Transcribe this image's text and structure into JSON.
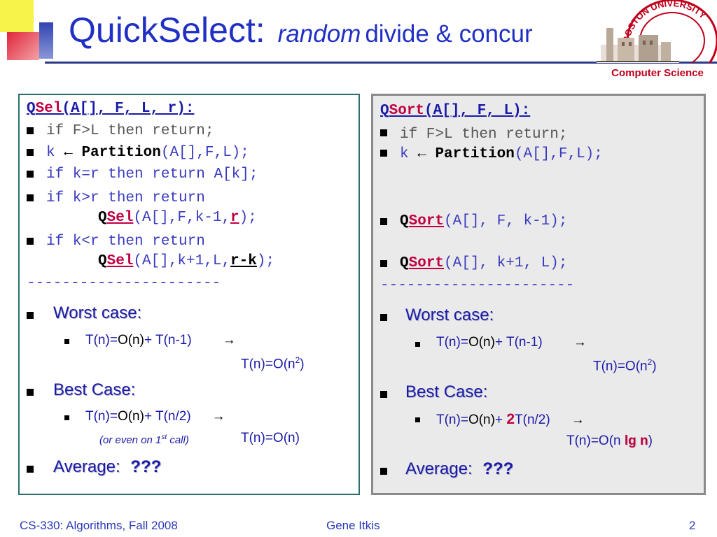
{
  "title": {
    "main": "QuickSelect:",
    "italic": "random",
    "rest": "divide & concur"
  },
  "logo": {
    "arc_text": "BOSTON UNIVERSITY",
    "dept": "Computer Science"
  },
  "left": {
    "header": {
      "q": "Q",
      "name": "Sel",
      "args": "(A[], F, L, r):"
    },
    "lines": [
      {
        "text": "if F>L then return;"
      },
      {
        "pre": "k",
        "arrow": "←",
        "fn": "Partition",
        "args": "(A[],F,L);"
      },
      {
        "text": "if k=r then return A[k];"
      },
      {
        "text": "if k>r then return",
        "q": "Q",
        "name": "Sel",
        "args": "(A[],F,k-1,",
        "param": "r",
        "end": ");"
      },
      {
        "text": "if k<r then return",
        "q": "Q",
        "name": "Sel",
        "args": "(A[],k+1,L,",
        "param": "r-k",
        "end": ");"
      }
    ],
    "divider": "----------------------",
    "worst_label": "Worst case:",
    "worst_eq": {
      "a": "T(n)=",
      "b": "O(n)",
      "c": "+ T(n-1)",
      "arrow": "→",
      "result": "T(n)=O(n",
      "sup": "2",
      "close": ")"
    },
    "best_label": "Best Case:",
    "best_eq": {
      "a": "T(n)=",
      "b": "O(n)",
      "c": "+ T(n/2)",
      "arrow": "→",
      "note_a": "(or even on 1",
      "note_sup": "st",
      "note_b": " call)",
      "result": "T(n)=O(n)"
    },
    "avg_label": "Average:",
    "avg_value": "???"
  },
  "right": {
    "header": {
      "q": "Q",
      "name": "Sort",
      "args": "(A[], F, L):"
    },
    "lines": [
      {
        "text": "if F>L then return;"
      },
      {
        "pre": "k",
        "arrow": "←",
        "fn": "Partition",
        "args": "(A[],F,L);"
      },
      {
        "q": "Q",
        "name": "Sort",
        "args": "(A[], F, k-1);"
      },
      {
        "q": "Q",
        "name": "Sort",
        "args": "(A[], k+1, L);"
      }
    ],
    "divider": "----------------------",
    "worst_label": "Worst case:",
    "worst_eq": {
      "a": "T(n)=",
      "b": "O(n)",
      "c": "+ T(n-1)",
      "arrow": "→",
      "result": "T(n)=O(n",
      "sup": "2",
      "close": ")"
    },
    "best_label": "Best Case:",
    "best_eq": {
      "a": "T(n)=",
      "b": "O(n)",
      "c": "+",
      "two": "2",
      "d": "T(n/2)",
      "arrow": "→",
      "result": "T(n)=O(n",
      "lgn": "lg n",
      "close": ")"
    },
    "avg_label": "Average:",
    "avg_value": "???"
  },
  "footer": {
    "course": "CS-330: Algorithms,  Fall 2008",
    "author": "Gene Itkis",
    "page": "2"
  }
}
